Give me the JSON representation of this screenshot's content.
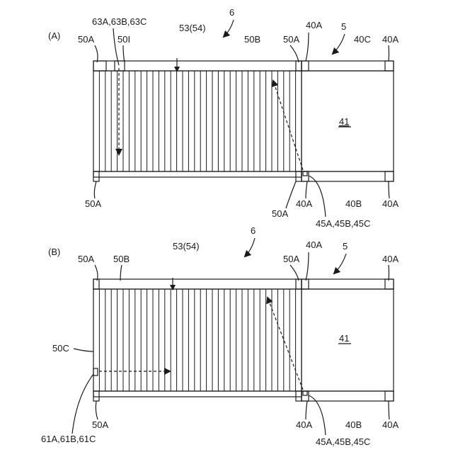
{
  "panels": [
    {
      "id": "A",
      "panel_label": "(A)",
      "labels": {
        "ref_6": "6",
        "ref_5": "5",
        "ref_53_54": "53(54)",
        "ref_63": "63A,63B,63C",
        "ref_50A_tl": "50A",
        "ref_50I": "50I",
        "ref_50B": "50B",
        "ref_50A_tm": "50A",
        "ref_40A_tm": "40A",
        "ref_40C": "40C",
        "ref_40A_tr": "40A",
        "ref_41": "41",
        "ref_50A_bl": "50A",
        "ref_50A_bm": "50A",
        "ref_40A_bm": "40A",
        "ref_40B": "40B",
        "ref_40A_br": "40A",
        "ref_45": "45A,45B,45C"
      }
    },
    {
      "id": "B",
      "panel_label": "(B)",
      "labels": {
        "ref_6": "6",
        "ref_5": "5",
        "ref_53_54": "53(54)",
        "ref_50A_tl": "50A",
        "ref_50B": "50B",
        "ref_50A_tm": "50A",
        "ref_40A_tm": "40A",
        "ref_40A_tr": "40A",
        "ref_41": "41",
        "ref_50C": "50C",
        "ref_50A_bl": "50A",
        "ref_61": "61A,61B,61C",
        "ref_40A_bm": "40A",
        "ref_40B": "40B",
        "ref_40A_br": "40A",
        "ref_45": "45A,45B,45C"
      }
    }
  ],
  "colors": {
    "line": "#1a1a1a",
    "background": "#ffffff"
  }
}
